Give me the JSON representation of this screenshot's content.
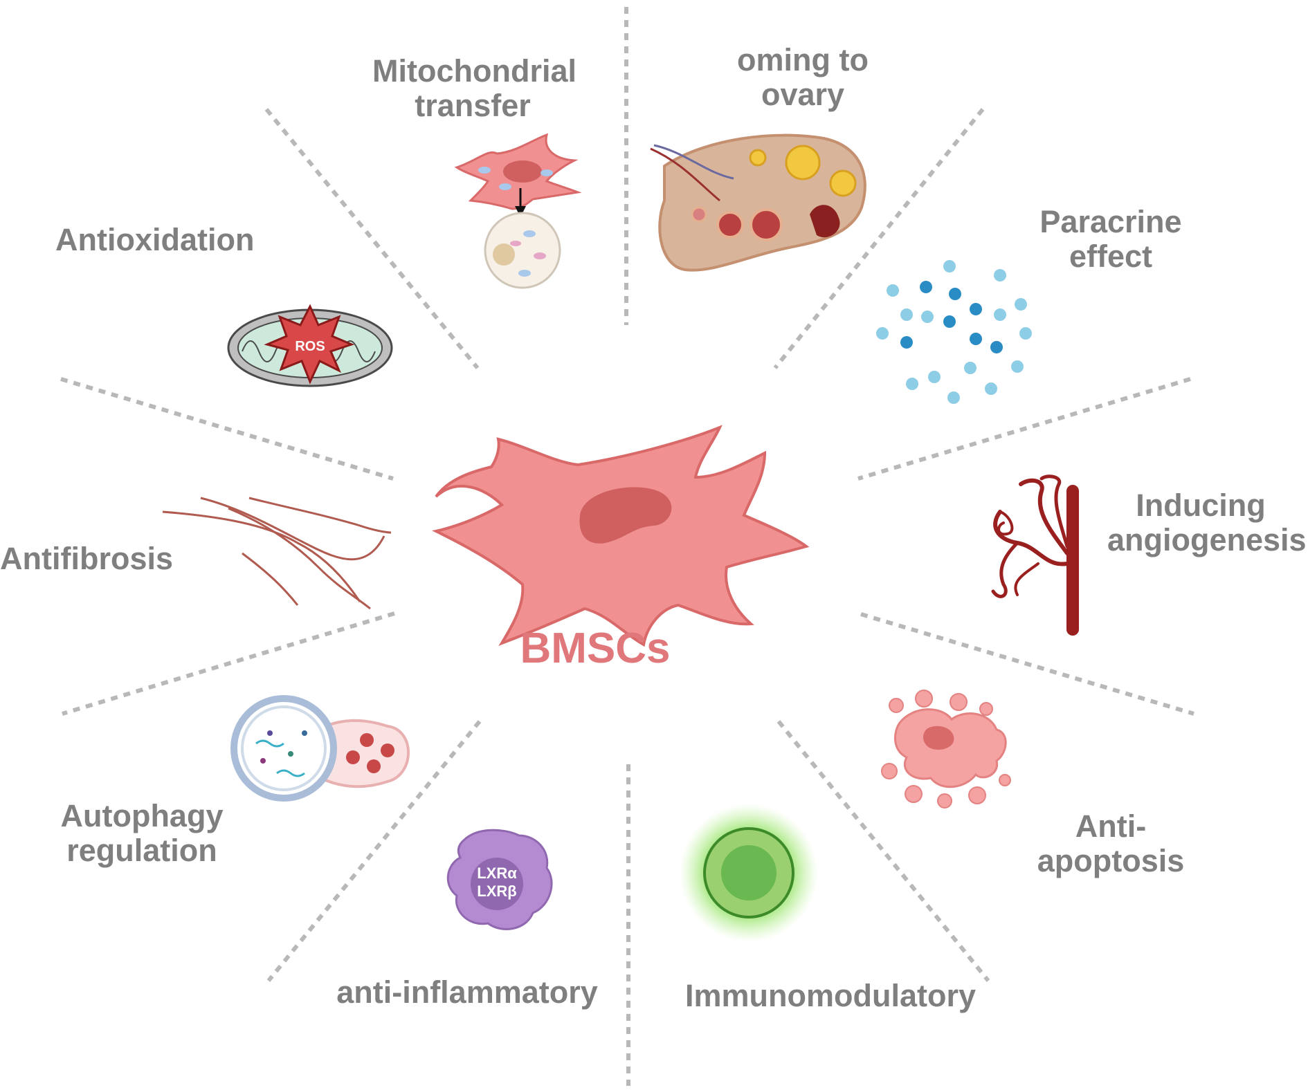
{
  "center": {
    "label": "BMSCs"
  },
  "labels": {
    "mitochondrial": [
      "Mitochondrial",
      "transfer"
    ],
    "homing": [
      "oming to",
      "ovary"
    ],
    "paracrine": [
      "Paracrine",
      "effect"
    ],
    "angiogenesis": [
      "Inducing",
      "angiogenesis"
    ],
    "antiapoptosis": [
      "Anti-",
      "apoptosis"
    ],
    "immunomodulatory": "Immunomodulatory",
    "antiinflammatory": "anti-inflammatory",
    "autophagy": [
      "Autophagy",
      "regulation"
    ],
    "antifibrosis": "Antifibrosis",
    "antioxidation": "Antioxidation"
  },
  "icon_text": {
    "ros": "ROS",
    "lxr_alpha": "LXRα",
    "lxr_beta": "LXRβ"
  },
  "colors": {
    "label_gray": "#7f7f7f",
    "cell_pink": "#f09090",
    "nucleus": "#d06060",
    "title_pink": "#e0777a",
    "divider": "#b8b8b8"
  }
}
